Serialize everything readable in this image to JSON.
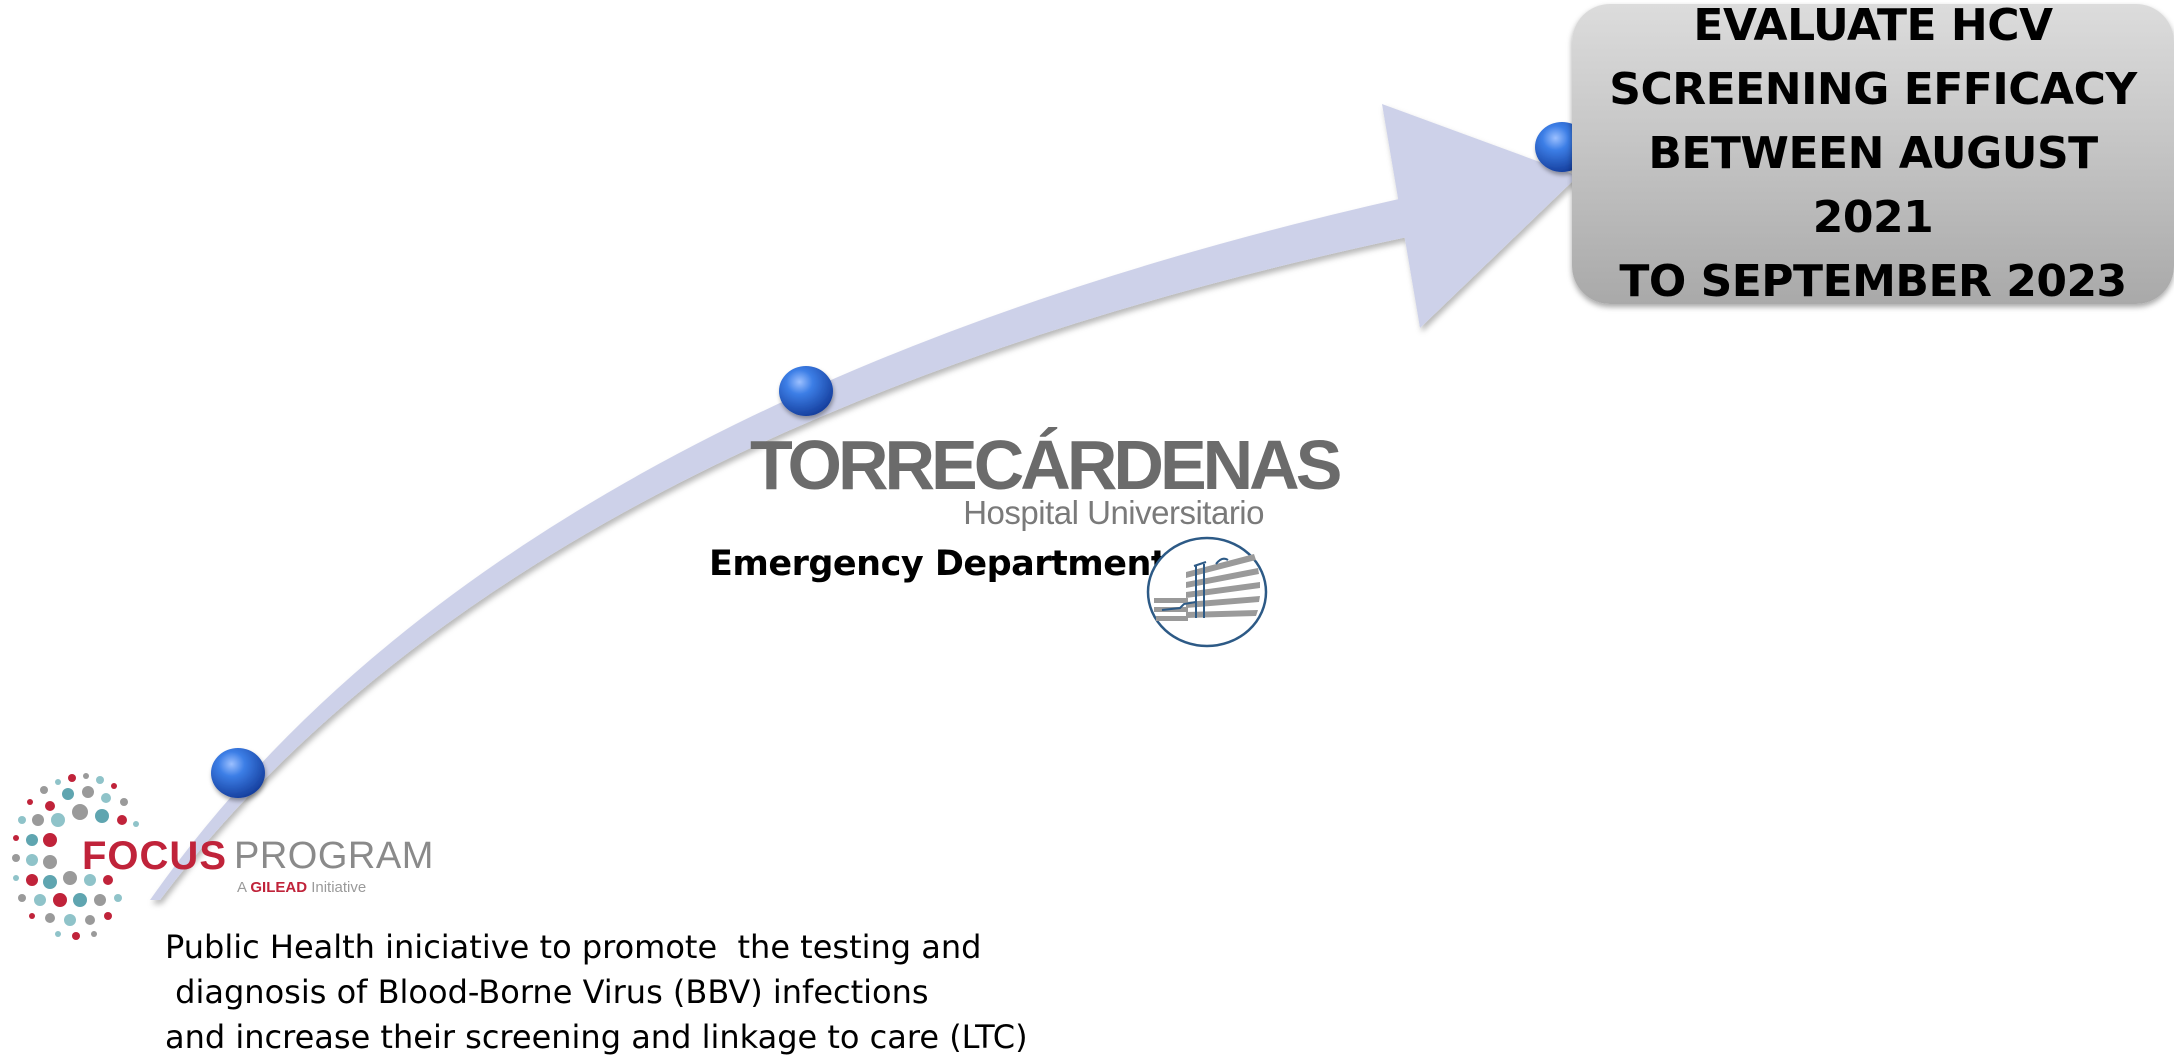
{
  "diagram": {
    "goal": {
      "text": "EVALUATE HCV\nSCREENING EFFICACY\nBETWEEN AUGUST 2021\nTO SEPTEMBER 2023"
    },
    "hospital": {
      "name": "TORRECÁRDENAS",
      "subtitle": "Hospital Universitario",
      "department": "Emergency Department"
    },
    "focus_program": {
      "focus_word": "FOCUS",
      "program_word": "PROGRAM",
      "initiative_prefix": "A",
      "initiative_brand": "GILEAD",
      "initiative_suffix": "Initiative"
    },
    "description_lines": [
      "Public Health iniciative to promote  the testing and",
      " diagnosis of Blood-Borne Virus (BBV) infections",
      "and increase their screening and linkage to care (LTC)"
    ],
    "colors": {
      "arrow_fill": "#cdd1e9",
      "milestone_dot": "#2a62c9",
      "goal_box": "#c6c6c6",
      "hospital_text": "#6b6b6b",
      "focus_red": "#c0233a"
    }
  }
}
